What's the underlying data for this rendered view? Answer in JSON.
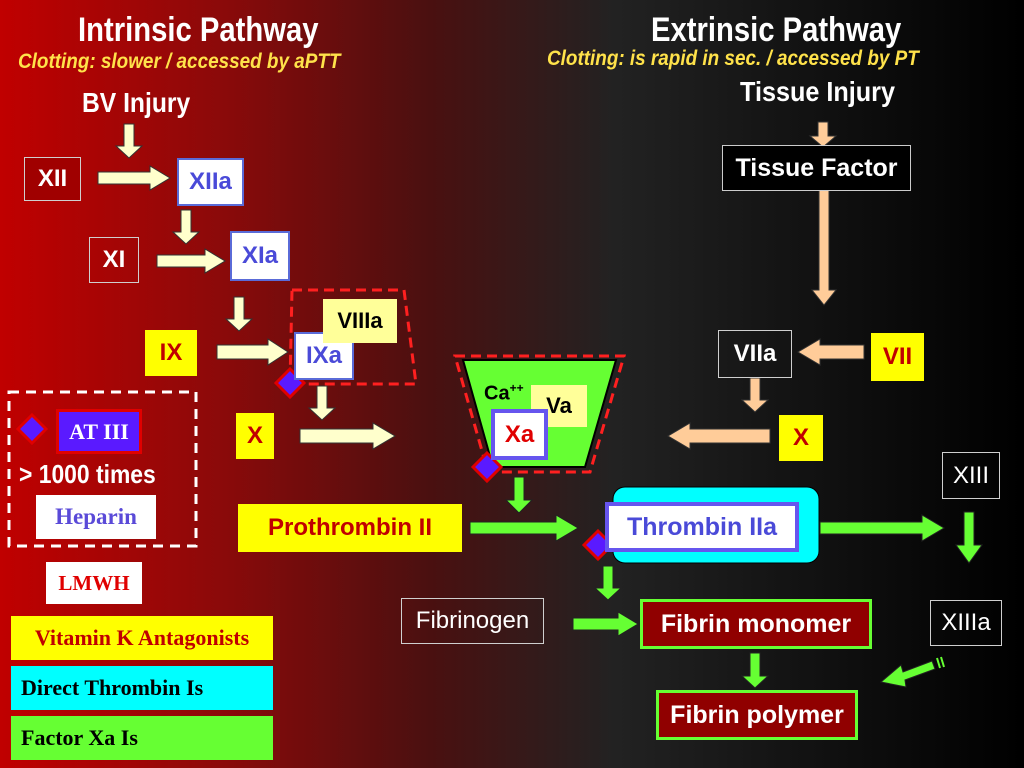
{
  "intrinsic": {
    "title": "Intrinsic Pathway",
    "subtitle": "Clotting: slower / accessed by aPTT",
    "injury": "BV  Injury",
    "xii": "XII",
    "xiia": "XIIa",
    "xi": "XI",
    "xia": "XIa",
    "ix": "IX",
    "ixa": "IXa",
    "viiia": "VIIIa",
    "x": "X"
  },
  "extrinsic": {
    "title": "Extrinsic Pathway",
    "subtitle": "Clotting: is rapid in sec. / accessed by PT",
    "injury": "Tissue Injury",
    "tissue_factor": "Tissue Factor",
    "viia": "VIIa",
    "vii": "VII",
    "x": "X"
  },
  "common": {
    "ca": "Ca",
    "ca_sup": "++",
    "va": "Va",
    "xa": "Xa",
    "prothrombin": "Prothrombin II",
    "thrombin": "Thrombin IIa",
    "fibrinogen": "Fibrinogen",
    "fibrin_monomer": "Fibrin  monomer",
    "fibrin_polymer": "Fibrin polymer",
    "xiii": "XIII",
    "xiiia": "XIIIa"
  },
  "anticoag": {
    "at3": "AT III",
    "times": "> 1000 times",
    "heparin": "Heparin",
    "lmwh": "LMWH"
  },
  "legend": [
    {
      "label": "Vitamin K Antagonists",
      "color": "#ffff00"
    },
    {
      "label": "Direct Thrombin Is",
      "color": "#00ffff"
    },
    {
      "label": "Factor Xa Is",
      "color": "#66ff33"
    }
  ],
  "colors": {
    "inhibitor_marker": "#5a1aff",
    "marker_border": "#e00000",
    "arrow_light": "#ffffcc",
    "arrow_peach": "#ffcc99",
    "arrow_green": "#66ff33",
    "dashed": "#ff2020"
  }
}
